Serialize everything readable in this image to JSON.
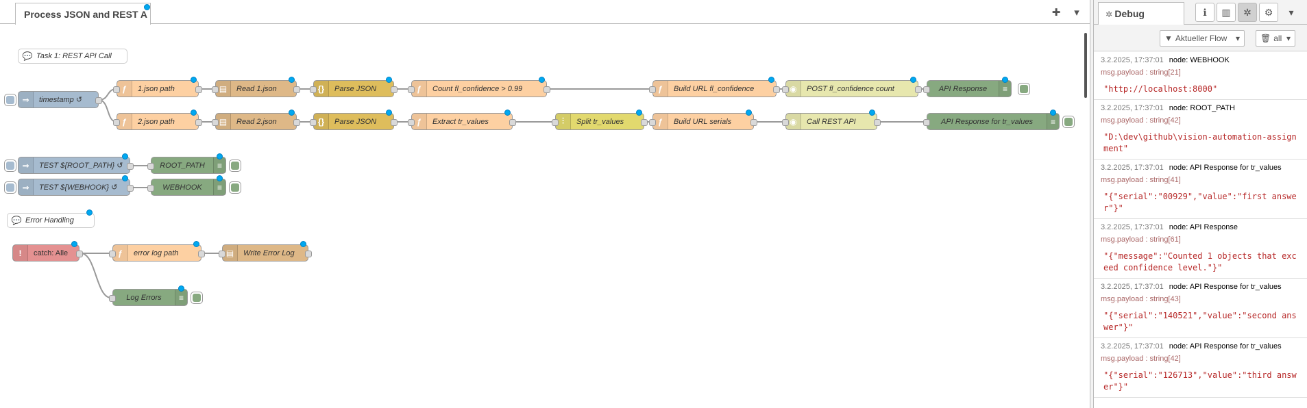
{
  "tab": {
    "title": "Process JSON and REST A"
  },
  "comments": {
    "task1": "Task 1: REST API Call",
    "error": "Error Handling"
  },
  "nodes": {
    "timestamp": "timestamp ↺",
    "json1path": "1.json path",
    "read1": "Read 1.json",
    "parse1": "Parse JSON",
    "count": "Count fl_confidence > 0.99",
    "buildurl1": "Build URL fl_confidence",
    "post": "POST fl_confidence count",
    "apiresp": "API Response",
    "json2path": "2.json path",
    "read2": "Read 2.json",
    "parse2": "Parse JSON",
    "extract": "Extract tr_values",
    "split": "Split tr_values",
    "buildurl2": "Build URL serials",
    "callrest": "Call REST API",
    "apiresp2": "API Response for tr_values",
    "testroot": "TEST ${ROOT_PATH} ↺",
    "rootpath": "ROOT_PATH",
    "testwebhook": "TEST ${WEBHOOK} ↺",
    "webhook": "WEBHOOK",
    "catch": "catch: Alle",
    "errlogpath": "error log path",
    "writeerr": "Write Error Log",
    "logerrors": "Log Errors"
  },
  "sidebar": {
    "title": "Debug",
    "filter": "Aktueller Flow",
    "clear": "all",
    "messages": [
      {
        "time": "3.2.2025, 17:37:01",
        "node": "node: WEBHOOK",
        "topic": "msg.payload : string[21]",
        "value": "\"http://localhost:8000\""
      },
      {
        "time": "3.2.2025, 17:37:01",
        "node": "node: ROOT_PATH",
        "topic": "msg.payload : string[42]",
        "value": "\"D:\\dev\\github\\vision-automation-assignment\""
      },
      {
        "time": "3.2.2025, 17:37:01",
        "node": "node: API Response for tr_values",
        "topic": "msg.payload : string[41]",
        "value": "\"{\"serial\":\"00929\",\"value\":\"first answer\"}\""
      },
      {
        "time": "3.2.2025, 17:37:01",
        "node": "node: API Response",
        "topic": "msg.payload : string[61]",
        "value": "\"{\"message\":\"Counted 1 objects that exceed confidence level.\"}\""
      },
      {
        "time": "3.2.2025, 17:37:01",
        "node": "node: API Response for tr_values",
        "topic": "msg.payload : string[43]",
        "value": "\"{\"serial\":\"140521\",\"value\":\"second answer\"}\""
      },
      {
        "time": "3.2.2025, 17:37:01",
        "node": "node: API Response for tr_values",
        "topic": "msg.payload : string[42]",
        "value": "\"{\"serial\":\"126713\",\"value\":\"third answer\"}\""
      }
    ]
  }
}
